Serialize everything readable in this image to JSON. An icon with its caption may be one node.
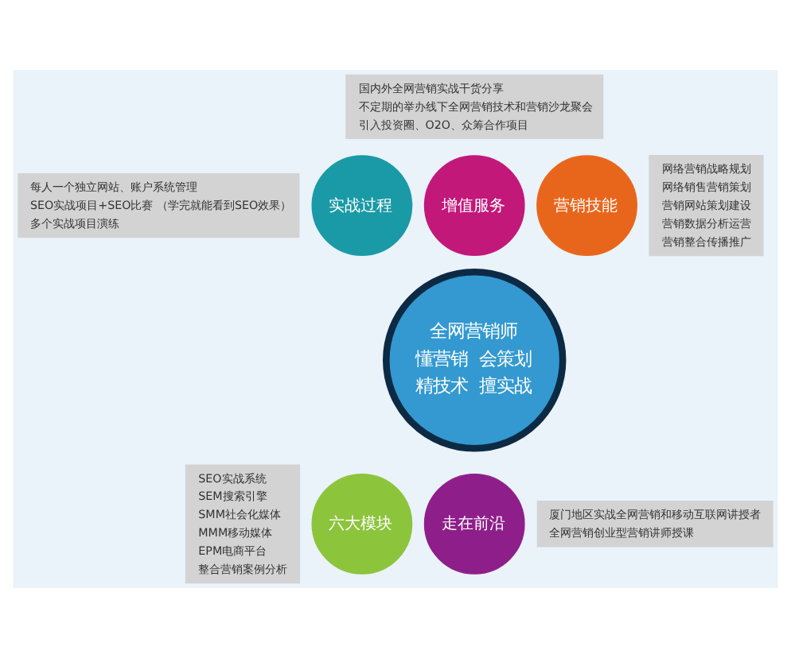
{
  "diagram": {
    "nodes": [
      {
        "text": [
          "全网营销师",
          "懂营销  会策划",
          "精技术  擅实战"
        ]
      },
      {
        "text": [
          "增值服务"
        ]
      },
      {
        "text": [
          "营销技能"
        ]
      },
      {
        "text": [
          "走在前沿"
        ]
      },
      {
        "text": [
          "六大模块"
        ]
      },
      {
        "text": [
          "实战过程"
        ]
      },
      {
        "text": [
          "国内外全网营销实战干货分享",
          "不定期的举办线下全网营销技术和营销沙龙聚会",
          "引入投资圈、O2O、众筹合作项目"
        ]
      },
      {
        "text": [
          "每人一个独立网站、账户系统管理",
          "SEO实战项目+SEO比赛 （学完就能看到SEO效果）",
          "多个实战项目演练"
        ]
      },
      {
        "text": [
          "网络营销战略规划",
          "网络销售营销策划",
          "营销网站策划建设",
          "营销数据分析运营",
          "营销整合传播推广"
        ]
      },
      {
        "text": [
          "SEO实战系统",
          "SEM搜索引擎",
          "SMM社会化媒体",
          "MMM移动媒体",
          "EPM电商平台",
          "整合营销案例分析"
        ]
      },
      {
        "text": [
          "厦门地区实战全网营销和移动互联网讲授者",
          "全网营销创业型营销讲师授课"
        ]
      }
    ],
    "edges": []
  }
}
